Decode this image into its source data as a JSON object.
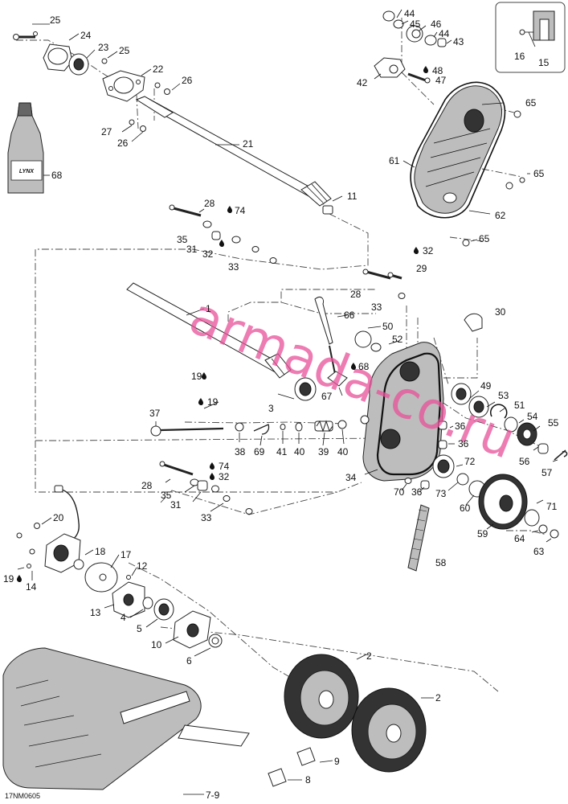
{
  "diagram": {
    "figure_code": "17NM0605",
    "watermark": "armada-co.ru",
    "bottle_brand": "LYNX",
    "oil_drop_symbol": "drop-icon",
    "callouts": [
      {
        "id": "c44a",
        "text": "44"
      },
      {
        "id": "c45",
        "text": "45"
      },
      {
        "id": "c46",
        "text": "46"
      },
      {
        "id": "c44b",
        "text": "44"
      },
      {
        "id": "c43",
        "text": "43"
      },
      {
        "id": "c48",
        "text": "48"
      },
      {
        "id": "c47",
        "text": "47"
      },
      {
        "id": "c42",
        "text": "42"
      },
      {
        "id": "c65a",
        "text": "65"
      },
      {
        "id": "c61",
        "text": "61"
      },
      {
        "id": "c65b",
        "text": "65"
      },
      {
        "id": "c62",
        "text": "62"
      },
      {
        "id": "c65c",
        "text": "65"
      },
      {
        "id": "c16",
        "text": "16"
      },
      {
        "id": "c15",
        "text": "15"
      },
      {
        "id": "c25a",
        "text": "25"
      },
      {
        "id": "c24",
        "text": "24"
      },
      {
        "id": "c23",
        "text": "23"
      },
      {
        "id": "c25b",
        "text": "25"
      },
      {
        "id": "c22",
        "text": "22"
      },
      {
        "id": "c26a",
        "text": "26"
      },
      {
        "id": "c27",
        "text": "27"
      },
      {
        "id": "c26b",
        "text": "26"
      },
      {
        "id": "c21",
        "text": "21"
      },
      {
        "id": "c68",
        "text": "68"
      },
      {
        "id": "c11",
        "text": "11"
      },
      {
        "id": "c28a",
        "text": "28"
      },
      {
        "id": "c74a",
        "text": "74"
      },
      {
        "id": "c35a",
        "text": "35"
      },
      {
        "id": "c31a",
        "text": "31"
      },
      {
        "id": "c32a",
        "text": "32"
      },
      {
        "id": "c33a",
        "text": "33"
      },
      {
        "id": "c32b",
        "text": "32"
      },
      {
        "id": "c29",
        "text": "29"
      },
      {
        "id": "c28b",
        "text": "28"
      },
      {
        "id": "c33b",
        "text": "33"
      },
      {
        "id": "c30",
        "text": "30"
      },
      {
        "id": "c1",
        "text": "1"
      },
      {
        "id": "c66",
        "text": "66"
      },
      {
        "id": "c50",
        "text": "50"
      },
      {
        "id": "c52",
        "text": "52"
      },
      {
        "id": "c19a",
        "text": "19"
      },
      {
        "id": "c68b",
        "text": "68"
      },
      {
        "id": "c67",
        "text": "67"
      },
      {
        "id": "c3",
        "text": "3"
      },
      {
        "id": "c49",
        "text": "49"
      },
      {
        "id": "c53",
        "text": "53"
      },
      {
        "id": "c51",
        "text": "51"
      },
      {
        "id": "c54",
        "text": "54"
      },
      {
        "id": "c55",
        "text": "55"
      },
      {
        "id": "c37",
        "text": "37"
      },
      {
        "id": "c19b",
        "text": "19"
      },
      {
        "id": "c36a",
        "text": "36"
      },
      {
        "id": "c36b",
        "text": "36"
      },
      {
        "id": "c38",
        "text": "38"
      },
      {
        "id": "c69",
        "text": "69"
      },
      {
        "id": "c41",
        "text": "41"
      },
      {
        "id": "c40a",
        "text": "40"
      },
      {
        "id": "c39",
        "text": "39"
      },
      {
        "id": "c40b",
        "text": "40"
      },
      {
        "id": "c56",
        "text": "56"
      },
      {
        "id": "c57",
        "text": "57"
      },
      {
        "id": "c74b",
        "text": "74"
      },
      {
        "id": "c32c",
        "text": "32"
      },
      {
        "id": "c72",
        "text": "72"
      },
      {
        "id": "c28c",
        "text": "28"
      },
      {
        "id": "c35b",
        "text": "35"
      },
      {
        "id": "c31b",
        "text": "31"
      },
      {
        "id": "c34",
        "text": "34"
      },
      {
        "id": "c70",
        "text": "70"
      },
      {
        "id": "c36c",
        "text": "36"
      },
      {
        "id": "c73",
        "text": "73"
      },
      {
        "id": "c60",
        "text": "60"
      },
      {
        "id": "c33c",
        "text": "33"
      },
      {
        "id": "c71",
        "text": "71"
      },
      {
        "id": "c20",
        "text": "20"
      },
      {
        "id": "c59",
        "text": "59"
      },
      {
        "id": "c64",
        "text": "64"
      },
      {
        "id": "c63",
        "text": "63"
      },
      {
        "id": "c18",
        "text": "18"
      },
      {
        "id": "c17",
        "text": "17"
      },
      {
        "id": "c12",
        "text": "12"
      },
      {
        "id": "c58",
        "text": "58"
      },
      {
        "id": "c19c",
        "text": "19"
      },
      {
        "id": "c14",
        "text": "14"
      },
      {
        "id": "c13",
        "text": "13"
      },
      {
        "id": "c4",
        "text": "4"
      },
      {
        "id": "c5",
        "text": "5"
      },
      {
        "id": "c10",
        "text": "10"
      },
      {
        "id": "c6",
        "text": "6"
      },
      {
        "id": "c2a",
        "text": "2"
      },
      {
        "id": "c2b",
        "text": "2"
      },
      {
        "id": "c9",
        "text": "9"
      },
      {
        "id": "c8",
        "text": "8"
      },
      {
        "id": "c79",
        "text": "7-9"
      }
    ]
  }
}
